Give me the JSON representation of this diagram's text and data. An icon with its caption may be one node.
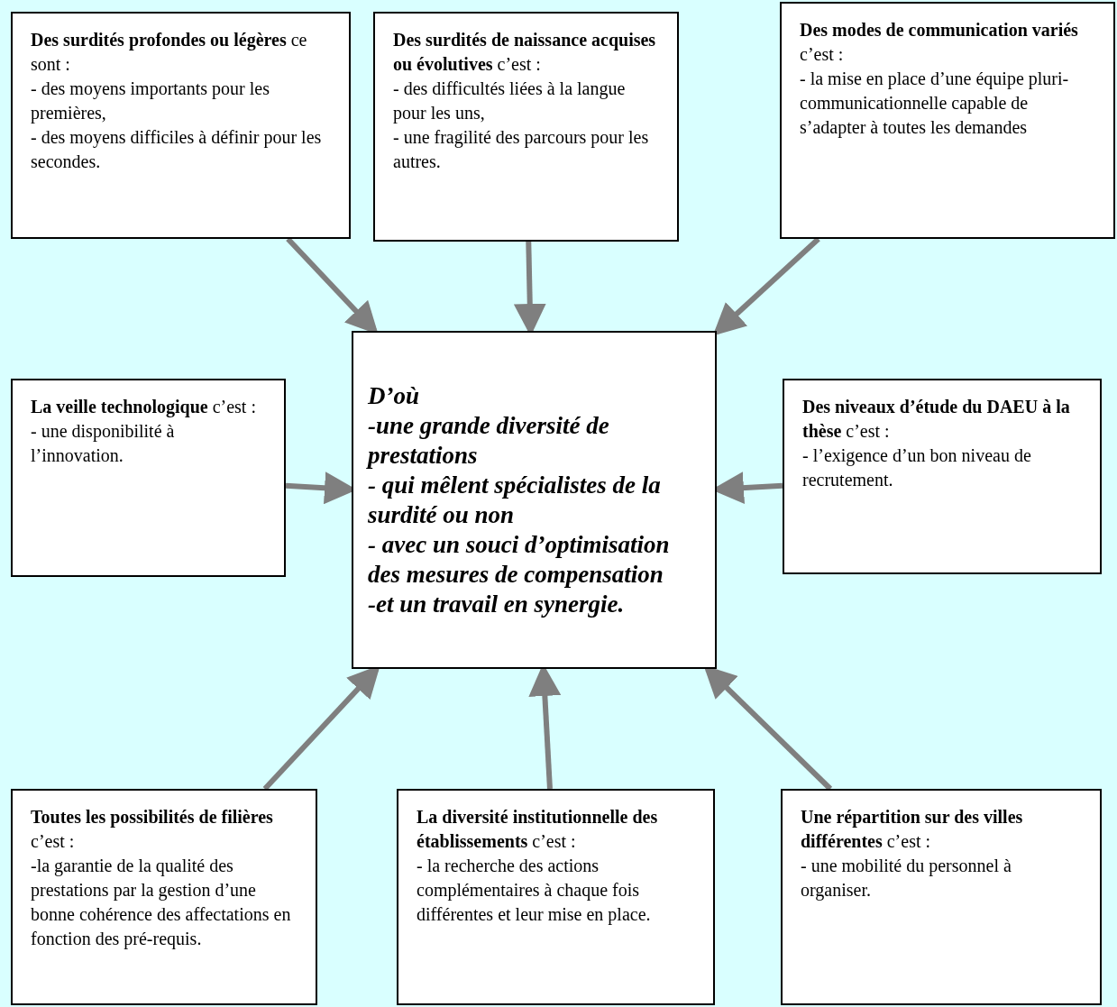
{
  "diagram": {
    "nodes": [
      {
        "text": [
          "**Des surdités profondes ou légères** ce sont :",
          "- des moyens importants pour les premières,",
          "- des moyens difficiles à définir pour les secondes."
        ]
      },
      {
        "text": [
          "**Des surdités de naissance acquises ou évolutives** c’est :",
          "- des difficultés liées à la langue pour les uns,",
          "- une fragilité des parcours pour les autres."
        ]
      },
      {
        "text": [
          "**Des modes de communication variés** c’est :",
          "- la mise en place d’une équipe pluri-communicationnelle capable de s’adapter à toutes les demandes"
        ]
      },
      {
        "text": [
          "D’où",
          "-une grande diversité de prestations",
          "- qui mêlent spécialistes de la surdité ou non",
          "- avec un souci d’optimisation des mesures de compensation",
          "-et un travail en synergie."
        ]
      },
      {
        "text": [
          "**La veille technologique** c’est :",
          "- une disponibilité à l’innovation."
        ]
      },
      {
        "text": [
          "**Des niveaux d’étude du DAEU à la thèse** c’est :",
          "- l’exigence d’un bon niveau de recrutement."
        ]
      },
      {
        "text": [
          "**Toutes les possibilités de filières** c’est :",
          "-la garantie de la qualité des prestations par la gestion d’une bonne cohérence des affectations en fonction des pré-requis."
        ]
      },
      {
        "text": [
          "**La diversité institutionnelle des établissements** c’est :",
          "- la recherche des actions complémentaires à chaque fois différentes et leur mise en place."
        ]
      },
      {
        "text": [
          "**Une répartition sur des villes différentes** c’est :",
          "- une mobilité du personnel à organiser."
        ]
      }
    ],
    "edges": [
      {
        "from": 0,
        "to": 3,
        "arrow": "to"
      },
      {
        "from": 1,
        "to": 3,
        "arrow": "to"
      },
      {
        "from": 2,
        "to": 3,
        "arrow": "to"
      },
      {
        "from": 4,
        "to": 3,
        "arrow": "to"
      },
      {
        "from": 5,
        "to": 3,
        "arrow": "to"
      },
      {
        "from": 6,
        "to": 3,
        "arrow": "to"
      },
      {
        "from": 7,
        "to": 3,
        "arrow": "to"
      },
      {
        "from": 8,
        "to": 3,
        "arrow": "to"
      }
    ]
  }
}
